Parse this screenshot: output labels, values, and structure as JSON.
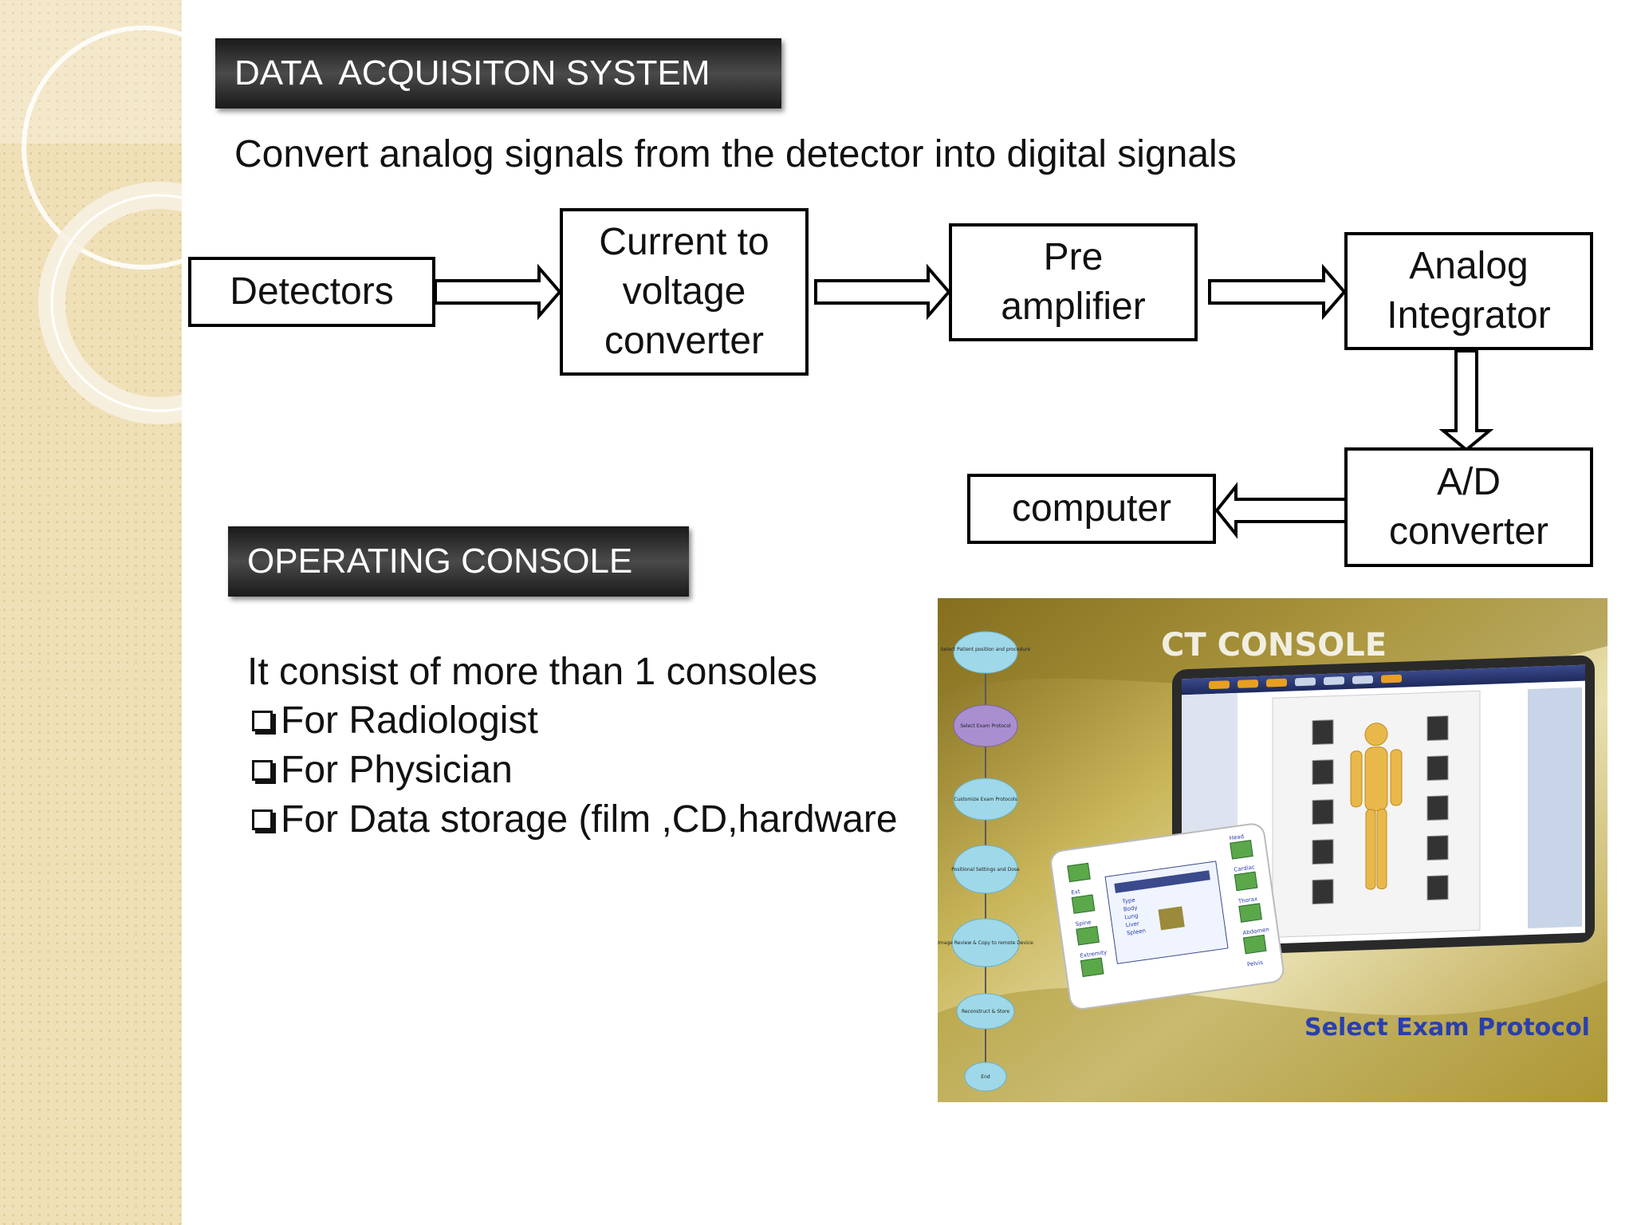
{
  "slide": {
    "section1_title": "DATA  ACQUISITON SYSTEM",
    "description": "Convert analog signals from the detector into digital signals",
    "section2_title": "OPERATING CONSOLE",
    "console_intro": "It consist of more than 1 consoles",
    "console_items": [
      "For Radiologist",
      "For Physician",
      "For Data storage (film ,CD,hardware"
    ]
  },
  "diagram": {
    "nodes": [
      {
        "id": "detectors",
        "label": "Detectors"
      },
      {
        "id": "iv",
        "label": "Current to\nvoltage\nconverter"
      },
      {
        "id": "preamp",
        "label": "Pre\namplifier"
      },
      {
        "id": "integrator",
        "label": "Analog\nIntegrator"
      },
      {
        "id": "adc",
        "label": "A/D\nconverter"
      },
      {
        "id": "computer",
        "label": "computer"
      }
    ],
    "edges": [
      {
        "from": "detectors",
        "to": "iv"
      },
      {
        "from": "iv",
        "to": "preamp"
      },
      {
        "from": "preamp",
        "to": "integrator"
      },
      {
        "from": "integrator",
        "to": "adc"
      },
      {
        "from": "adc",
        "to": "computer"
      }
    ]
  },
  "console_image": {
    "heading": "CT  CONSOLE",
    "caption": "Select Exam Protocol",
    "workflow_steps": [
      "Select Patient position and procedure",
      "Select Exam Protocol",
      "Customize Exam Protocols",
      "Positional Settings and Dose",
      "Image Review & Copy to remote Device",
      "Reconstruct & Store",
      "End"
    ],
    "body_regions": [
      "Head",
      "Cardiac",
      "Thorax",
      "Abdomen",
      "Pelvis",
      "Ext",
      "Spine",
      "Extremity"
    ],
    "protocol_options": [
      "Type",
      "Body",
      "Lung",
      "Liver",
      "Spleen"
    ],
    "colors": {
      "sky_gold": "#b8a040",
      "cloud": "#9fd8e8",
      "purple_cloud": "#a98fd0",
      "caption_blue": "#2a3fae"
    }
  }
}
